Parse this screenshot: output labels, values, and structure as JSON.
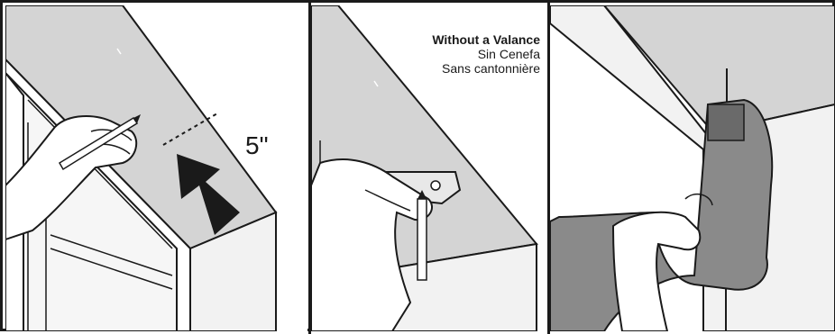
{
  "panels": [
    {
      "id": "step-1",
      "measure_label": "5\""
    },
    {
      "id": "step-2",
      "caption": {
        "en": "Without a Valance",
        "es": "Sin Cenefa",
        "fr": "Sans cantonnière"
      }
    },
    {
      "id": "step-3"
    }
  ],
  "colors": {
    "ink": "#1a1a1a",
    "wall_gray": "#d4d4d4",
    "frame_light": "#f2f2f2",
    "drill_gray": "#8a8a8a",
    "drill_dark": "#6a6a6a"
  }
}
